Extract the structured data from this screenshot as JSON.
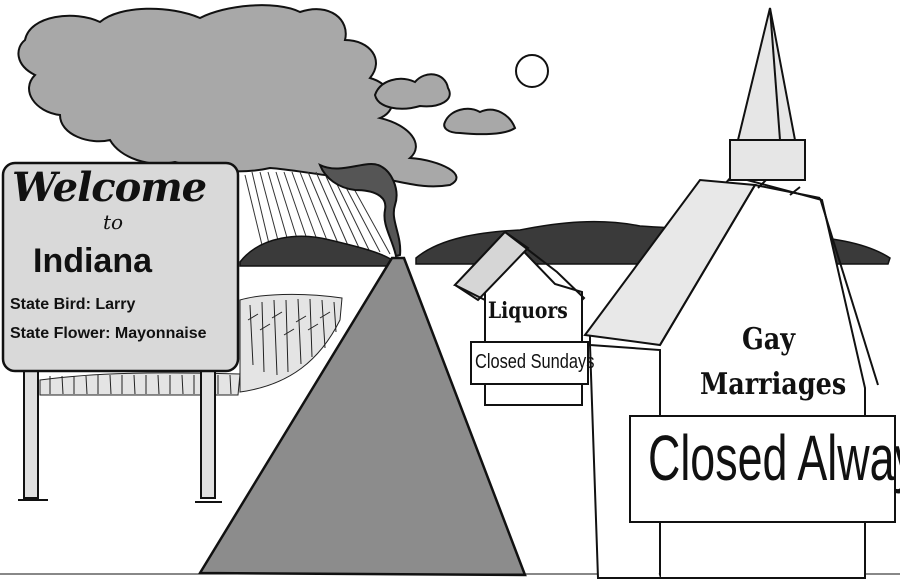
{
  "welcome_sign": {
    "greeting": "Welcome",
    "connector": "to",
    "state_name": "Indiana",
    "state_bird": "State Bird: Larry",
    "state_flower": "State Flower: Mayonnaise"
  },
  "liquor_store": {
    "name": "Liquors",
    "notice": "Closed Sundays"
  },
  "church": {
    "banner_line1": "Gay",
    "banner_line2": "Marriages",
    "notice": "Closed Always"
  },
  "colors": {
    "road": "#8c8c8c",
    "clouds": "#a8a8a8",
    "tornado": "#555555",
    "roof": "#e8e8e8",
    "ink": "#111111"
  }
}
